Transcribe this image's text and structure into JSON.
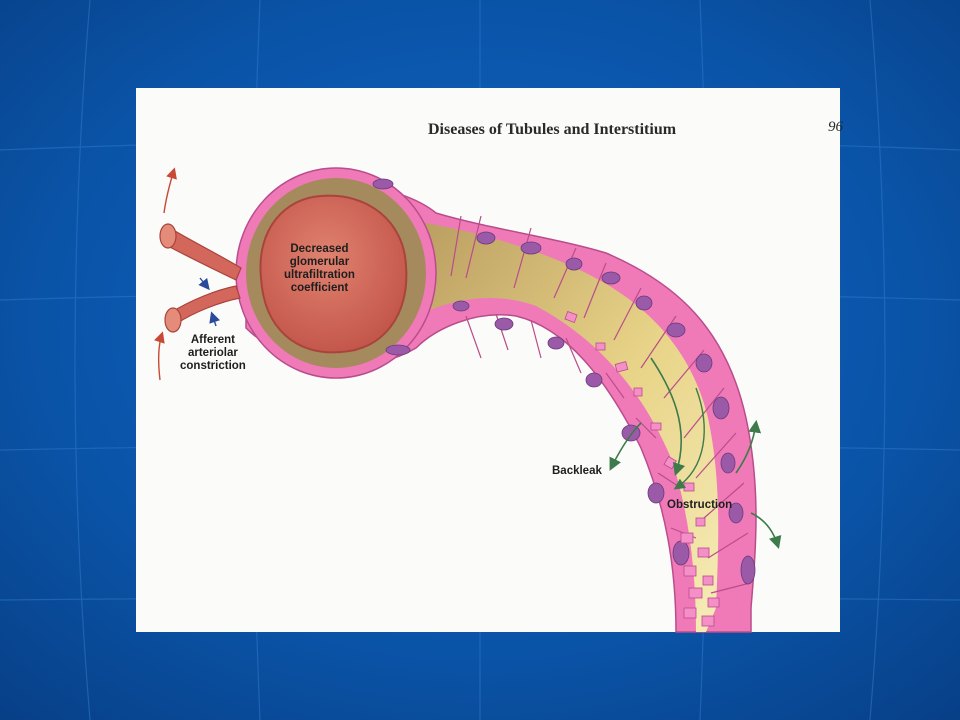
{
  "page": {
    "title": "Diseases of Tubules and Interstitium",
    "page_number": "96"
  },
  "labels": {
    "glomerulus": [
      "Decreased",
      "glomerular",
      "ultrafiltration",
      "coefficient"
    ],
    "afferent": [
      "Afferent",
      "arteriolar",
      "constriction"
    ],
    "backleak": "Backleak",
    "obstruction": "Obstruction"
  },
  "colors": {
    "slide_background": "#0a4fa0",
    "page": "#fbfbfa",
    "glomerulus": "#d4675c",
    "capsule_space": "#a58a5e",
    "tubule_cell": "#f07ab8",
    "tubule_lumen": "#f3e59a",
    "nucleus": "#9a5aa8",
    "vessel_arrow": "#c84a36",
    "constriction_arrow": "#2a4a9c",
    "flow_arrow": "#3e7a4a"
  }
}
